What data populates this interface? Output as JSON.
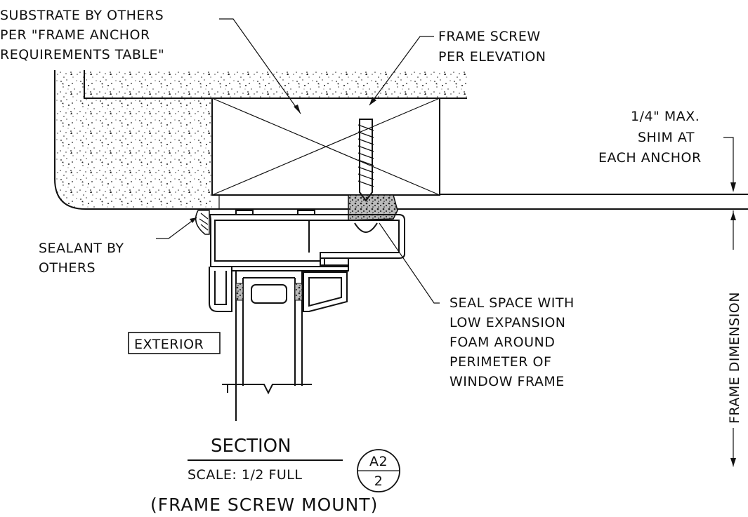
{
  "labels": {
    "substrate": [
      "SUBSTRATE BY OTHERS",
      "PER \"FRAME ANCHOR",
      "REQUIREMENTS TABLE\""
    ],
    "frame_screw": [
      "FRAME SCREW",
      "PER ELEVATION"
    ],
    "shim": [
      "1/4\" MAX.",
      "SHIM AT",
      "EACH ANCHOR"
    ],
    "sealant": [
      "SEALANT BY",
      "OTHERS"
    ],
    "seal_space": [
      "SEAL SPACE WITH",
      "LOW EXPANSION",
      "FOAM AROUND",
      "PERIMETER OF",
      "WINDOW FRAME"
    ],
    "exterior": "EXTERIOR",
    "frame_dimension": "FRAME DIMENSION"
  },
  "title_block": {
    "title": "SECTION",
    "scale": "SCALE: 1/2 FULL",
    "detail_top": "A2",
    "detail_bottom": "2",
    "subtitle": "(FRAME SCREW MOUNT)"
  },
  "colors": {
    "ink": "#111111",
    "paper": "#ffffff"
  }
}
